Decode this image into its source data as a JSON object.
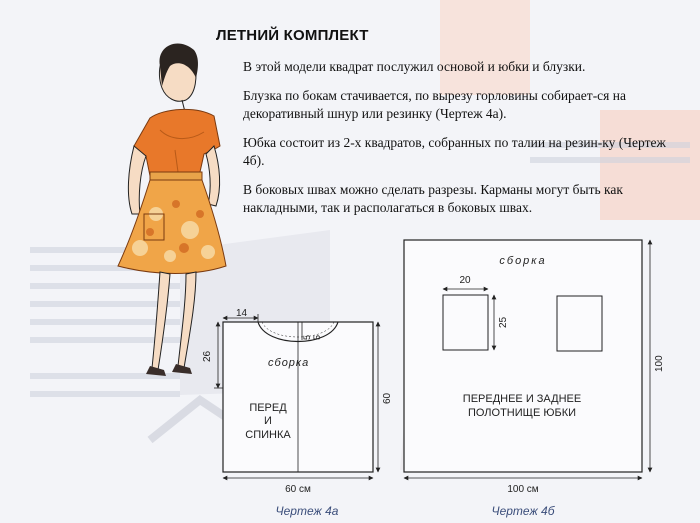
{
  "heading": "ЛЕТНИЙ КОМПЛЕКТ",
  "paragraphs": [
    "В этой модели квадрат послужил основой и юбки и блузки.",
    "Блузка по бокам стачивается, по вырезу горловины собирает-ся на декоративный шнур или резинку (Чертеж 4а).",
    "Юбка состоит из 2-х квадратов, собранных по талии на резин-ку (Чертеж 4б).",
    "В боковых швах можно сделать разрезы. Карманы могут быть как накладными, так и располагаться в боковых швах."
  ],
  "drawing_a": {
    "caption": "Чертеж 4а",
    "dim_width": "60 см",
    "dim_height": "60",
    "dim_neck_width": "14",
    "dim_neck_height": "26",
    "dim_neck_depth": "5",
    "dim_neck_depth2": "5",
    "gather_label": "сборка",
    "panel_label_1": "ПЕРЕД",
    "panel_label_2": "И",
    "panel_label_3": "СПИНКА"
  },
  "drawing_b": {
    "caption": "Чертеж 4б",
    "dim_width": "100 см",
    "dim_height": "100",
    "dim_pocket_width": "20",
    "dim_pocket_height": "25",
    "gather_label": "сборка",
    "panel_label_1": "ПЕРЕДНЕЕ И ЗАДНЕЕ",
    "panel_label_2": "ПОЛОТНИЩЕ ЮБКИ"
  },
  "colors": {
    "blouse": "#e8782a",
    "skirt": "#f0a548",
    "ink": "#222222",
    "caption": "#3a4d7a"
  }
}
